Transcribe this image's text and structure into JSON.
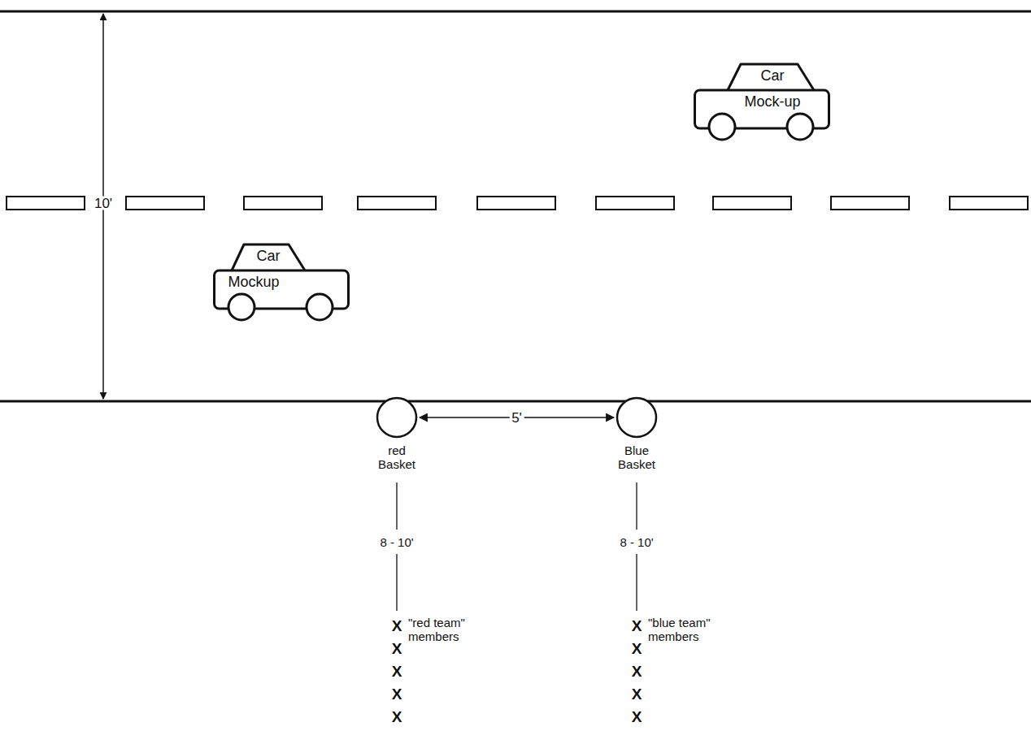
{
  "diagram": {
    "nodes": [
      {
        "text": [
          "Car",
          "Mock-up"
        ]
      },
      {
        "text": [
          "Car",
          "Mockup"
        ]
      },
      {
        "text": [
          "red Basket"
        ]
      },
      {
        "text": [
          "Blue Basket"
        ]
      }
    ],
    "edges": [
      {
        "from": 2,
        "to": 3,
        "label": "5'",
        "arrow": "both"
      }
    ],
    "labels": [
      "10'",
      "8 - 10'",
      "8 - 10'",
      "\"red team\" members",
      "\"blue team\" members",
      "X",
      "X",
      "X",
      "X",
      "X",
      "X",
      "X",
      "X",
      "X",
      "X"
    ]
  }
}
